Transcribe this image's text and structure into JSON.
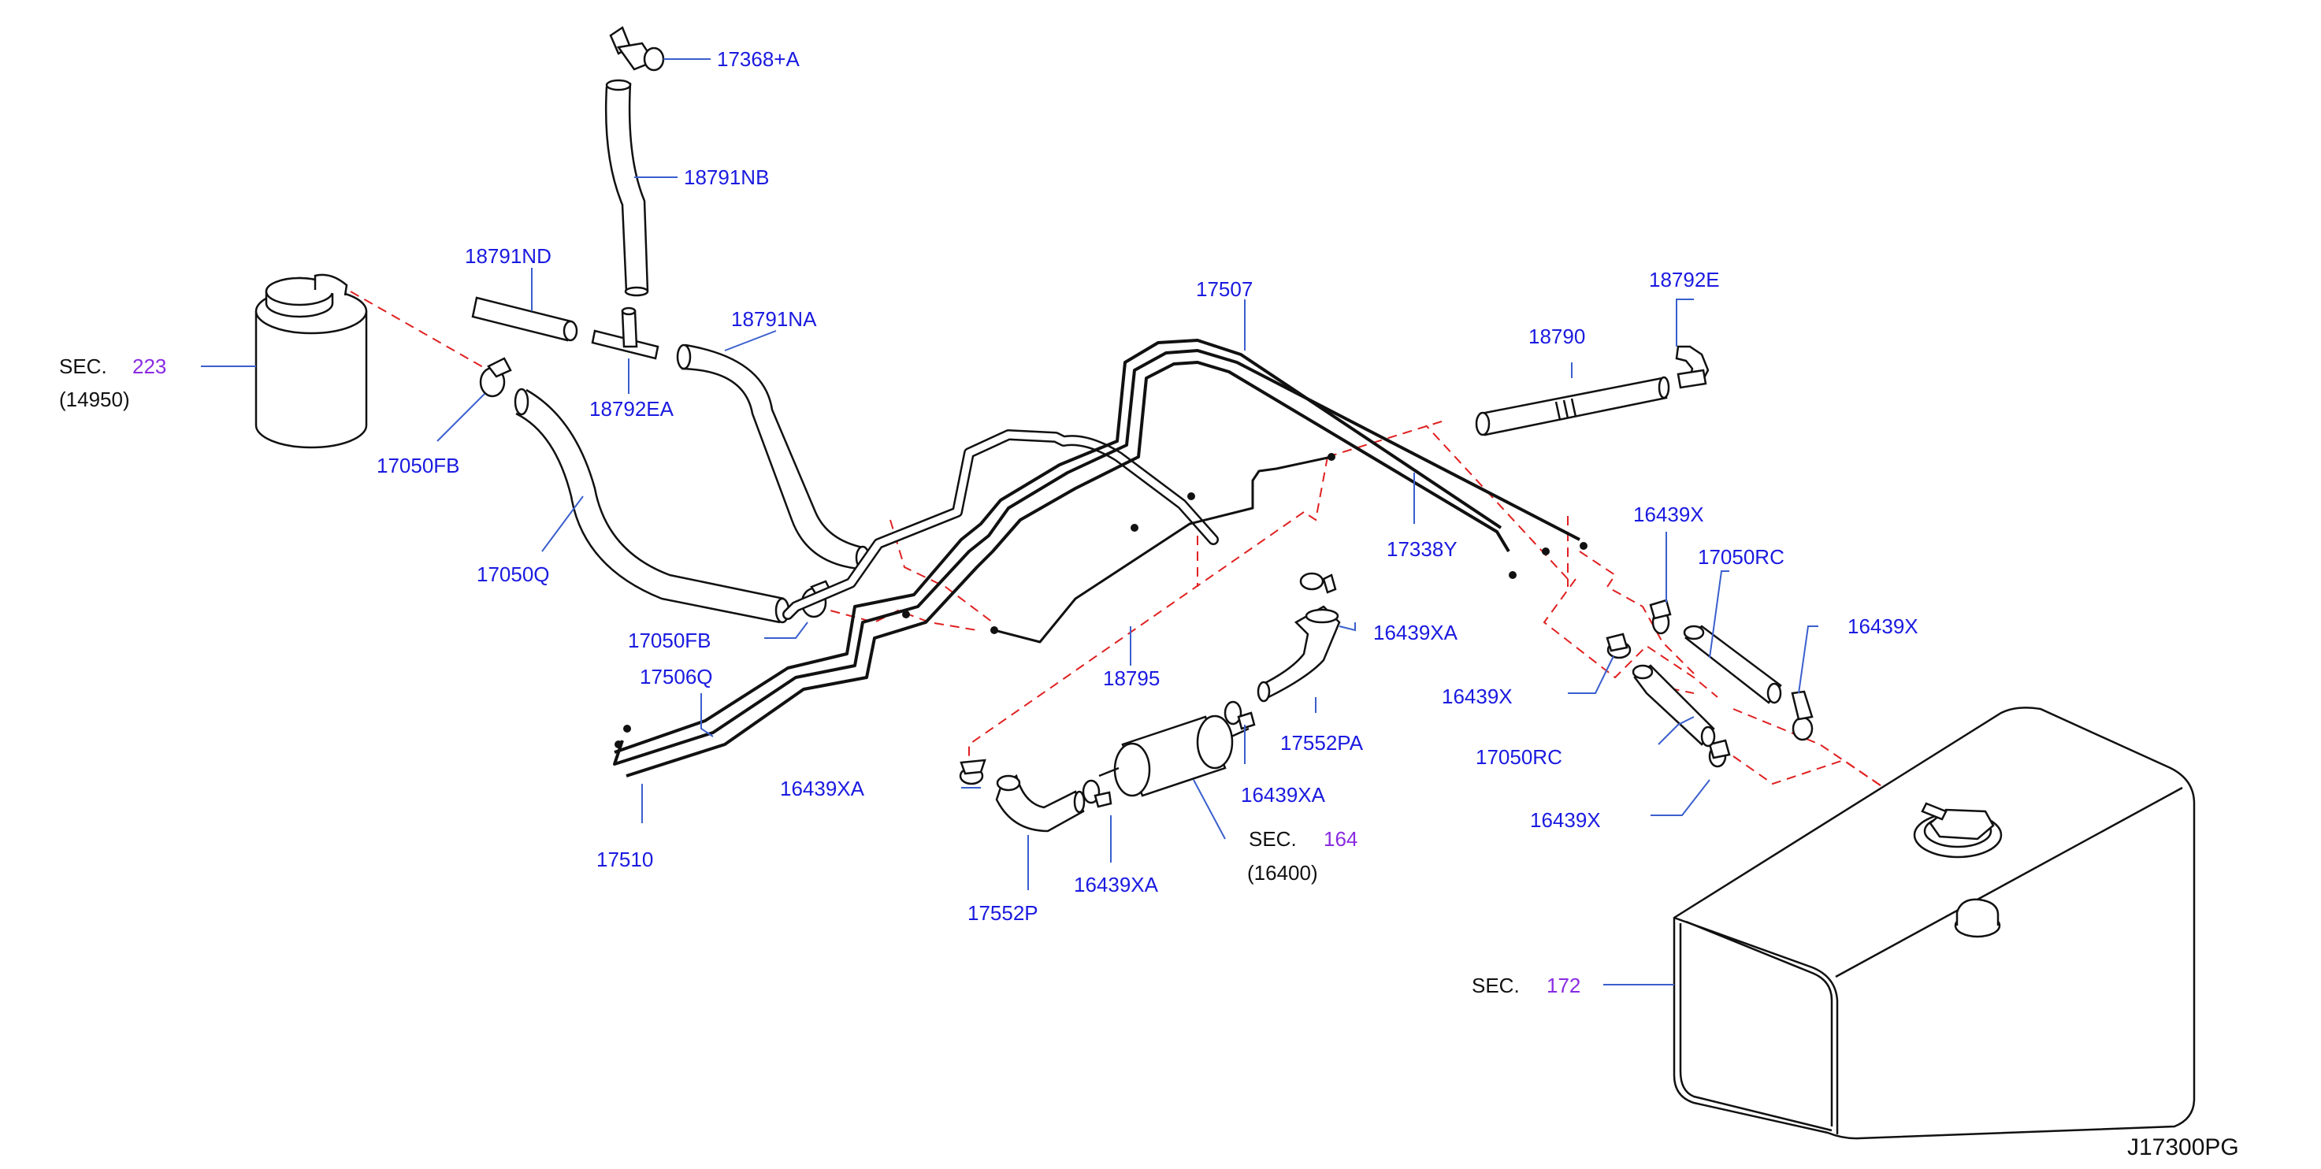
{
  "diagram_code": "J17300PG",
  "section_label": "SEC.",
  "parts": {
    "p17368": "17368+A",
    "p18791NB": "18791NB",
    "p18791ND": "18791ND",
    "p18791NA": "18791NA",
    "p18792EA": "18792EA",
    "p17050FB_a": "17050FB",
    "p17050FB_b": "17050FB",
    "p17050Q": "17050Q",
    "p17506Q": "17506Q",
    "p17510": "17510",
    "p17507": "17507",
    "p18795": "18795",
    "p18790": "18790",
    "p18792E": "18792E",
    "p17338Y": "17338Y",
    "p16439X_a": "16439X",
    "p16439X_b": "16439X",
    "p16439X_c": "16439X",
    "p16439X_d": "16439X",
    "p17050RC_a": "17050RC",
    "p17050RC_b": "17050RC",
    "p16439XA_a": "16439XA",
    "p16439XA_b": "16439XA",
    "p16439XA_c": "16439XA",
    "p16439XA_d": "16439XA",
    "p17552PA": "17552PA",
    "p17552P": "17552P"
  },
  "sections": {
    "canister": {
      "num": "223",
      "sub": "(14950)"
    },
    "filter": {
      "num": "164",
      "sub": "(16400)"
    },
    "tank": {
      "num": "172"
    }
  }
}
